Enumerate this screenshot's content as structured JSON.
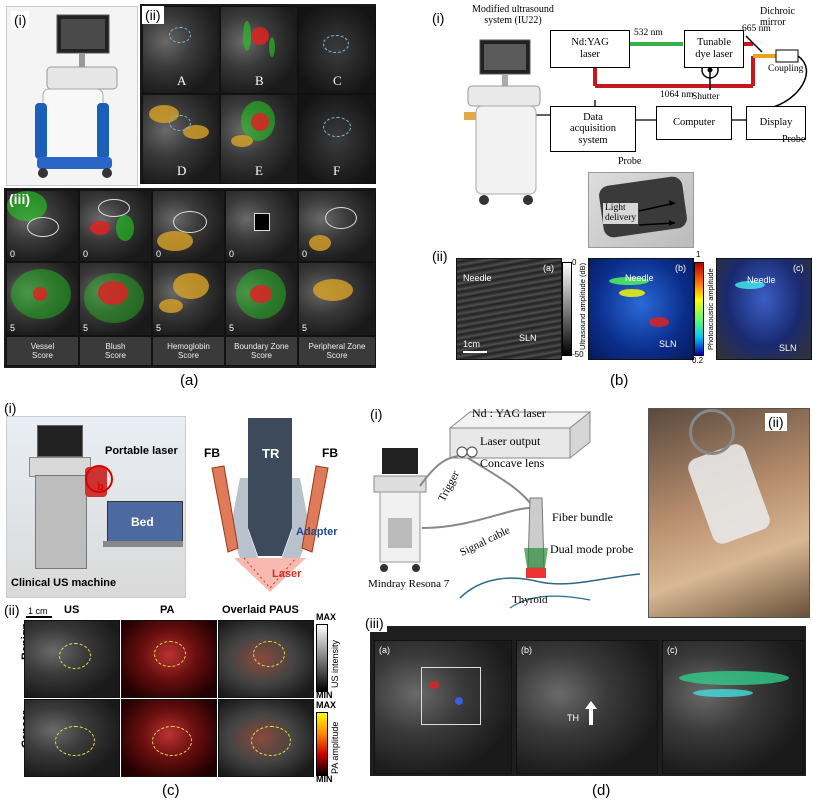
{
  "panels": {
    "a": {
      "caption": "(a)",
      "i_label": "(i)",
      "ii_label": "(ii)",
      "iii_label": "(iii)",
      "ii_images": [
        "A",
        "B",
        "C",
        "D",
        "E",
        "F"
      ],
      "iii_top_scores": [
        "0",
        "0",
        "0",
        "0",
        "0"
      ],
      "iii_bottom_scores": [
        "5",
        "5",
        "5",
        "5",
        "5"
      ],
      "score_labels": [
        "Vessel\nScore",
        "Blush\nScore",
        "Hemoglobin\nScore",
        "Boundary Zone\nScore",
        "Peripheral Zone\nScore"
      ]
    },
    "b": {
      "caption": "(b)",
      "i_label": "(i)",
      "ii_label": "(ii)",
      "system_label": "Modified ultrasound\nsystem (IU22)",
      "ndyag": "Nd:YAG\nlaser",
      "tunable": "Tunable\ndye laser",
      "wl532": "532 nm",
      "wl665": "665 nm",
      "wl1064": "1064 nm",
      "dichroic": "Dichroic\nmirror",
      "coupling": "Coupling",
      "shutter": "Shutter",
      "daq": "Data\nacquisition\nsystem",
      "computer": "Computer",
      "display": "Display",
      "probe_title": "Probe",
      "light_delivery": "Light\ndelivery",
      "probe_right": "Probe",
      "img_a": "(a)",
      "img_b": "(b)",
      "img_c": "(c)",
      "needle": "Needle",
      "sln": "SLN",
      "scale": "1cm",
      "cb1_top": "0",
      "cb1_bottom": "-50",
      "cb1_label": "Ultrasound amplitude (dB)",
      "cb2_top": "1",
      "cb2_bottom": "0.2",
      "cb2_label": "Photoacoustic amplitude"
    },
    "c": {
      "caption": "(c)",
      "i_label": "(i)",
      "ii_label": "(ii)",
      "portable_laser": "Portable laser",
      "bed": "Bed",
      "clinical": "Clinical US machine",
      "b_marker": "b",
      "tr": "TR",
      "fb_left": "FB",
      "fb_right": "FB",
      "adapter": "Adapter",
      "laser": "Laser",
      "scale": "1 cm",
      "col_us": "US",
      "col_pa": "PA",
      "col_paus": "Overlaid PAUS",
      "row_benign": "Benign",
      "row_cancer": "Cancer",
      "us_max": "MAX",
      "us_min": "MIN",
      "us_label": "US intensity",
      "pa_max": "MAX",
      "pa_min": "MIN",
      "pa_label": "PA amplitude"
    },
    "d": {
      "caption": "(d)",
      "i_label": "(i)",
      "ii_label": "(ii)",
      "iii_label": "(iii)",
      "ndyag": "Nd : YAG laser",
      "laser_output": "Laser output",
      "concave": "Concave lens",
      "trigger": "Trigger",
      "fiber": "Fiber bundle",
      "signal": "Signal cable",
      "dual": "Dual mode probe",
      "mindray": "Mindray Resona 7",
      "thyroid": "Thyroid",
      "img_a": "(a)",
      "img_b": "(b)",
      "img_c": "(c)",
      "th": "TH"
    }
  },
  "colors": {
    "laser_green": "#37b24a",
    "laser_red": "#c8161d",
    "laser_orange": "#e8a21a",
    "frame_dark": "#1e1e1e"
  }
}
